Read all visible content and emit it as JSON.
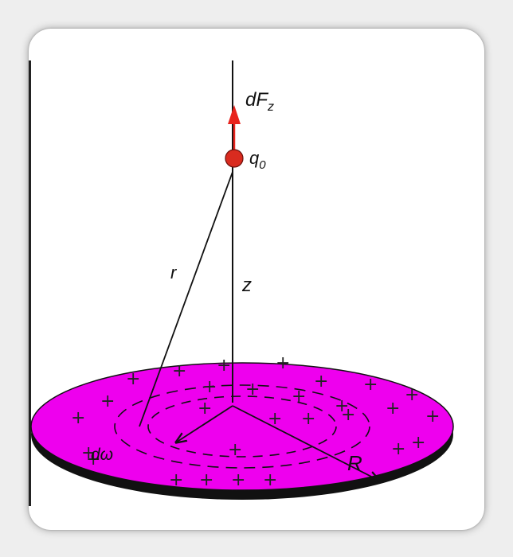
{
  "figure": {
    "labels": {
      "force": "dF",
      "force_sub": "z",
      "charge": "q",
      "charge_sub": "0",
      "distance_r": "r",
      "height_z": "z",
      "area_element": "dω",
      "radius": "R"
    },
    "plus_sign": "+",
    "colors": {
      "disk_fill": "#ee00ee",
      "disk_edge": "#111111",
      "charge": "#d92b1f",
      "force_arrow": "#e8231c",
      "line": "#111111"
    }
  }
}
